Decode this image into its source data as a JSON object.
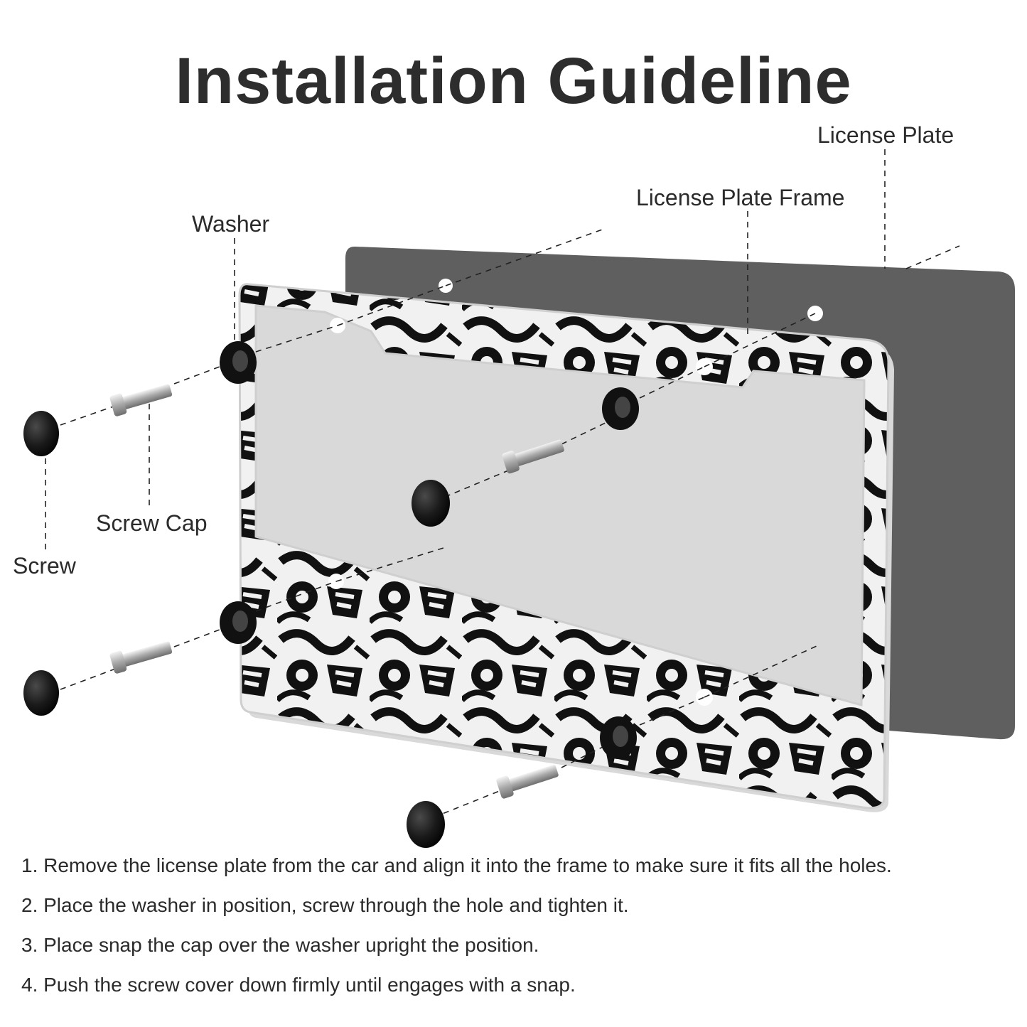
{
  "title": "Installation Guideline",
  "labels": {
    "license_plate": "License Plate",
    "license_plate_frame": "License Plate Frame",
    "washer": "Washer",
    "screw_cap": "Screw Cap",
    "screw": "Screw"
  },
  "steps": [
    "1. Remove the license plate from the car and align it into the frame to make sure it fits all the holes.",
    "2. Place the washer in position, screw through the hole and tighten it.",
    "3. Place snap the cap over the washer upright the position.",
    "4. Push the screw cover down firmly until engages with a snap."
  ],
  "colors": {
    "plate": "#5f5f5f",
    "frame_dark": "#151515",
    "frame_light": "#f2f2f2",
    "cap": "#1a1a1a",
    "screw": "#b8b8b8",
    "text": "#2b2b2b"
  }
}
